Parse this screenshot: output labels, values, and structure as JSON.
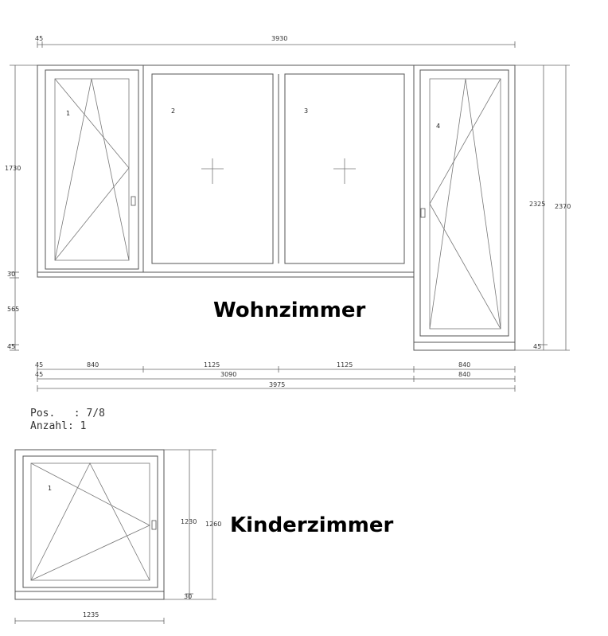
{
  "wohnzimmer": {
    "room_label": "Wohnzimmer",
    "top_dims": {
      "left": "45",
      "overall": "3930"
    },
    "left_dims": {
      "height": "1730",
      "sill": "30",
      "lower": "565",
      "bottom": "45"
    },
    "right_dims": {
      "inner": "2325",
      "outer": "2370",
      "bottom": "45"
    },
    "bottom_row1": {
      "start": "45",
      "seg1": "840",
      "seg2": "1125",
      "seg3": "1125",
      "seg4": "840"
    },
    "bottom_row2": {
      "start": "45",
      "mid": "3090",
      "end": "840"
    },
    "bottom_row3": {
      "overall": "3975"
    },
    "panes": [
      "1",
      "2",
      "3",
      "4"
    ]
  },
  "position": {
    "pos_line": "Pos.   : 7/8",
    "anzahl_line": "Anzahl: 1"
  },
  "kinderzimmer": {
    "room_label": "Kinderzimmer",
    "pane": "1",
    "right_dims": {
      "inner": "1230",
      "outer": "1260",
      "sill": "30"
    },
    "bottom_dim": "1235"
  }
}
